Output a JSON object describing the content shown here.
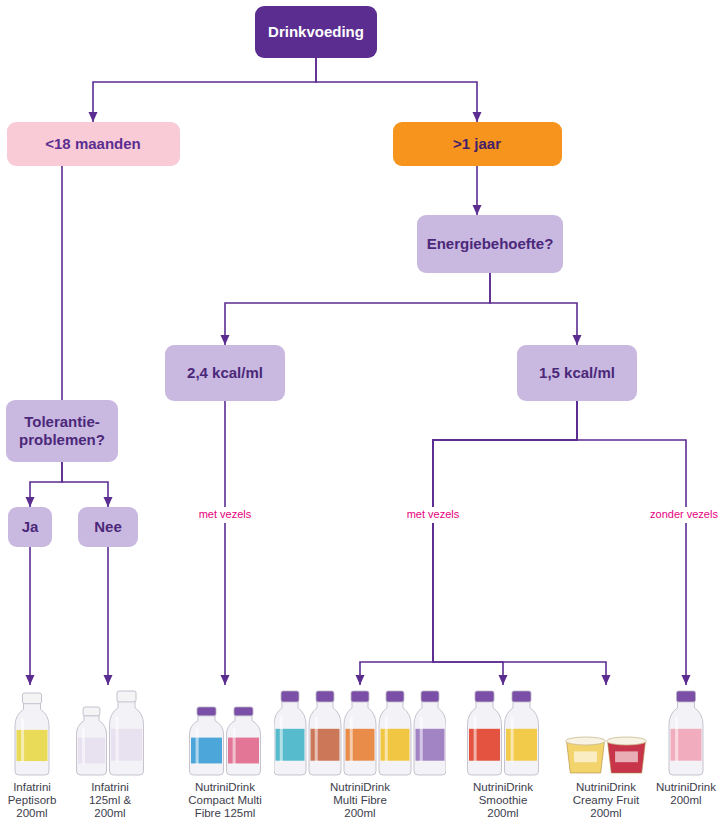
{
  "diagram": {
    "nodes": [
      {
        "text": [
          "Drinkvoeding"
        ]
      },
      {
        "text": [
          "<18 maanden"
        ]
      },
      {
        "text": [
          ">1 jaar"
        ]
      },
      {
        "text": [
          "Energiebehoefte?"
        ]
      },
      {
        "text": [
          "Tolerantie- problemen?"
        ]
      },
      {
        "text": [
          "2,4 kcal/ml"
        ]
      },
      {
        "text": [
          "1,5 kcal/ml"
        ]
      },
      {
        "text": [
          "Ja"
        ]
      },
      {
        "text": [
          "Nee"
        ]
      },
      {
        "text": [
          "Infatrini Peptisorb 200ml"
        ]
      },
      {
        "text": [
          "Infatrini 125ml & 200ml"
        ]
      },
      {
        "text": [
          "NutriniDrink Compact Multi Fibre 125ml"
        ]
      },
      {
        "text": [
          "NutriniDrink Multi Fibre 200ml"
        ]
      },
      {
        "text": [
          "NutriniDrink Smoothie 200ml"
        ]
      },
      {
        "text": [
          "NutriniDrink Creamy Fruit 200ml"
        ]
      },
      {
        "text": [
          "NutriniDrink 200ml"
        ]
      }
    ],
    "edges": [
      {
        "from": 0,
        "to": 1,
        "arrow": "to"
      },
      {
        "from": 0,
        "to": 2,
        "arrow": "to"
      },
      {
        "from": 1,
        "to": 4,
        "arrow": "none"
      },
      {
        "from": 2,
        "to": 3,
        "arrow": "to"
      },
      {
        "from": 3,
        "to": 5,
        "arrow": "to"
      },
      {
        "from": 3,
        "to": 6,
        "arrow": "to"
      },
      {
        "from": 4,
        "to": 7,
        "arrow": "to"
      },
      {
        "from": 4,
        "to": 8,
        "arrow": "to"
      },
      {
        "from": 7,
        "to": 9,
        "arrow": "to"
      },
      {
        "from": 8,
        "to": 10,
        "arrow": "to"
      },
      {
        "from": 5,
        "to": 11,
        "label": "met vezels",
        "arrow": "to"
      },
      {
        "from": 6,
        "to": 12,
        "arrow": "to"
      },
      {
        "from": 6,
        "to": 13,
        "label": "met vezels",
        "arrow": "to"
      },
      {
        "from": 6,
        "to": 14,
        "arrow": "to"
      },
      {
        "from": 6,
        "to": 15,
        "label": "zonder vezels",
        "arrow": "to"
      }
    ]
  }
}
